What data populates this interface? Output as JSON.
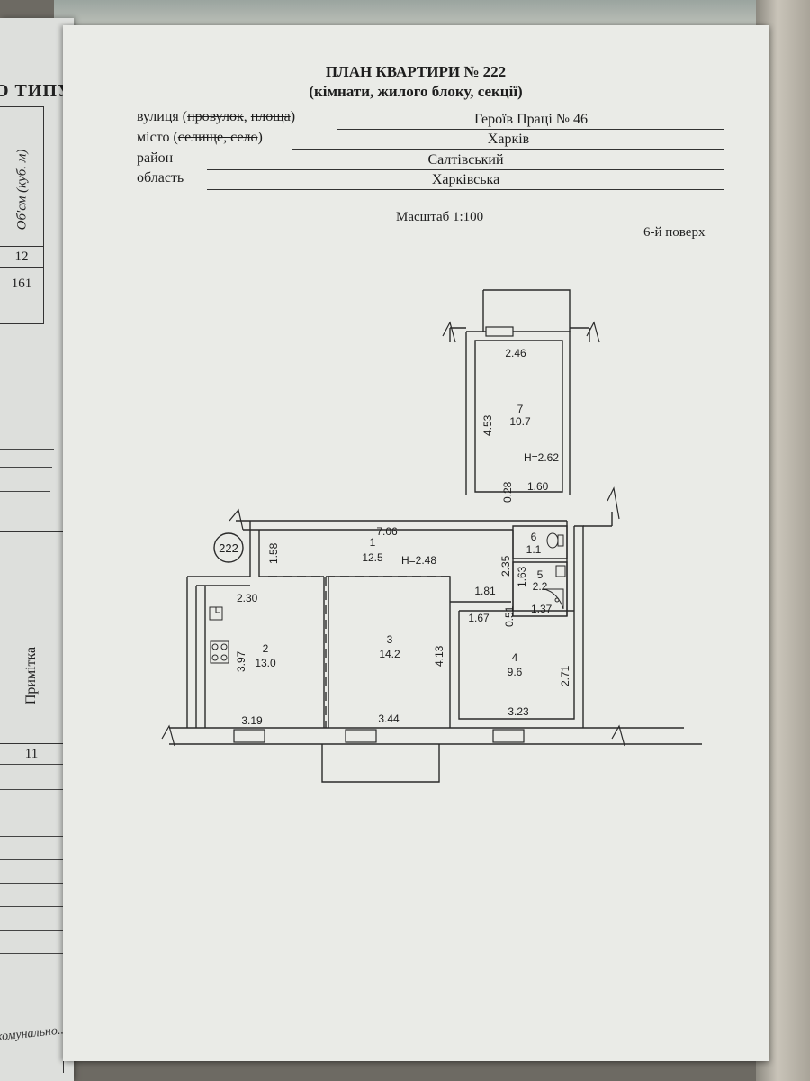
{
  "title": "ПЛАН КВАРТИРИ № 222",
  "subtitle": "(кімнати, жилого блоку, секції)",
  "address": {
    "street_label_prefix": "вулиця (",
    "street_label_struck_1": "провулок",
    "street_label_sep": ", ",
    "street_label_struck_2": "площа",
    "street_label_suffix": ")",
    "street_value": "Героїв Праці № 46",
    "city_label_prefix": "місто (",
    "city_label_struck": "селище, село",
    "city_label_suffix": ")",
    "city_value": "Харків",
    "district_label": "район",
    "district_value": "Салтівський",
    "region_label": "область",
    "region_value": "Харківська"
  },
  "scale": "Масштаб 1:100",
  "floor": "6-й поверх",
  "apartment_badge": "222",
  "rooms": [
    {
      "number": "1",
      "area": "12.5"
    },
    {
      "number": "2",
      "area": "13.0"
    },
    {
      "number": "3",
      "area": "14.2"
    },
    {
      "number": "4",
      "area": "9.6"
    },
    {
      "number": "5",
      "area": "2.2"
    },
    {
      "number": "6",
      "area": "1.1"
    },
    {
      "number": "7",
      "area": "10.7"
    }
  ],
  "heights": {
    "hall": "H=2.48",
    "kitchen": "H=2.62"
  },
  "dimensions": {
    "r7_width": "2.46",
    "r7_length": "4.53",
    "r7_bottom": "1.60",
    "r7_wall": "0.28",
    "hall_length": "7.06",
    "hall_width": "1.58",
    "hall_right": "2.35",
    "r2_top": "2.30",
    "r2_side": "3.97",
    "r2_bottom": "3.19",
    "r3_side": "4.13",
    "r3_bottom": "3.44",
    "corridor": "1.81",
    "r4_top": "1.67",
    "r4_wall": "0.51",
    "r4_side": "2.71",
    "r4_bottom": "3.23",
    "r5_side": "1.63",
    "r5_bottom": "1.37"
  },
  "left_page": {
    "title_fragment": "О ТИПУ",
    "col_header": "Об'єм (куб. м)",
    "col_number": "12",
    "col_value": "161",
    "note_header": "Примітка",
    "note_number": "11",
    "bottom_fragment": "комунально..."
  }
}
